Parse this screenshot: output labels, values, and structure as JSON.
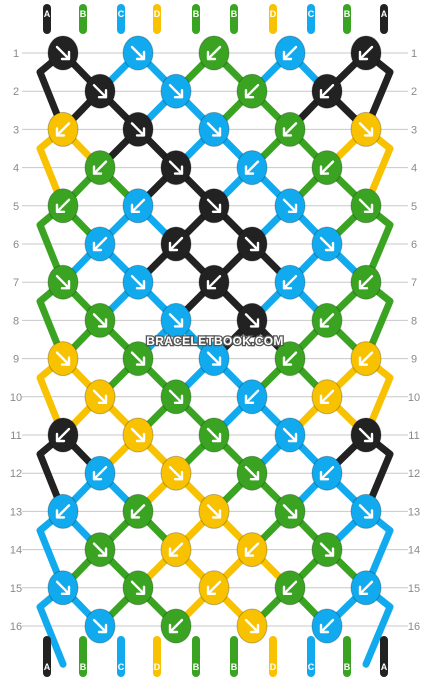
{
  "watermark": "BRACELETBOOK.COM",
  "colors": {
    "A": "#222222",
    "B": "#3aa422",
    "C": "#12aaee",
    "D": "#f8c200",
    "arrow": "#ffffff",
    "label": "#8a8a8a",
    "gridline": "#c8c8c8"
  },
  "strands_top": [
    "A",
    "B",
    "C",
    "D",
    "B",
    "B",
    "D",
    "C",
    "B",
    "A"
  ],
  "strands_bottom": [
    "A",
    "B",
    "C",
    "D",
    "B",
    "B",
    "D",
    "C",
    "B",
    "A"
  ],
  "row_labels_left": [
    "1",
    "2",
    "3",
    "4",
    "5",
    "6",
    "7",
    "8",
    "9",
    "10",
    "11",
    "12",
    "13",
    "14",
    "15",
    "16"
  ],
  "row_labels_right": [
    "1",
    "2",
    "3",
    "4",
    "5",
    "6",
    "7",
    "8",
    "9",
    "10",
    "11",
    "12",
    "13",
    "14",
    "15",
    "16"
  ],
  "rows": [
    [
      {
        "color": "A",
        "dir": "down-right"
      },
      {
        "color": "C",
        "dir": "down-right"
      },
      {
        "color": "B",
        "dir": "down-left"
      },
      {
        "color": "C",
        "dir": "down-left"
      },
      {
        "color": "A",
        "dir": "down-left"
      }
    ],
    [
      {
        "color": "A",
        "dir": "down-right"
      },
      {
        "color": "C",
        "dir": "down-right"
      },
      {
        "color": "B",
        "dir": "down-left"
      },
      {
        "color": "A",
        "dir": "down-left"
      }
    ],
    [
      {
        "color": "D",
        "dir": "down-left"
      },
      {
        "color": "A",
        "dir": "down-right"
      },
      {
        "color": "C",
        "dir": "down-right"
      },
      {
        "color": "B",
        "dir": "down-left"
      },
      {
        "color": "D",
        "dir": "down-right"
      }
    ],
    [
      {
        "color": "B",
        "dir": "down-left"
      },
      {
        "color": "A",
        "dir": "down-right"
      },
      {
        "color": "C",
        "dir": "down-left"
      },
      {
        "color": "B",
        "dir": "down-left"
      }
    ],
    [
      {
        "color": "B",
        "dir": "down-left"
      },
      {
        "color": "C",
        "dir": "down-left"
      },
      {
        "color": "A",
        "dir": "down-right"
      },
      {
        "color": "C",
        "dir": "down-right"
      },
      {
        "color": "B",
        "dir": "down-right"
      }
    ],
    [
      {
        "color": "C",
        "dir": "down-left"
      },
      {
        "color": "A",
        "dir": "down-left"
      },
      {
        "color": "A",
        "dir": "down-right"
      },
      {
        "color": "C",
        "dir": "down-right"
      }
    ],
    [
      {
        "color": "B",
        "dir": "down-right"
      },
      {
        "color": "C",
        "dir": "down-right"
      },
      {
        "color": "A",
        "dir": "down-left"
      },
      {
        "color": "C",
        "dir": "down-left"
      },
      {
        "color": "B",
        "dir": "down-left"
      }
    ],
    [
      {
        "color": "B",
        "dir": "down-right"
      },
      {
        "color": "C",
        "dir": "down-right"
      },
      {
        "color": "A",
        "dir": "down-right"
      },
      {
        "color": "B",
        "dir": "down-left"
      }
    ],
    [
      {
        "color": "D",
        "dir": "down-right"
      },
      {
        "color": "B",
        "dir": "down-right"
      },
      {
        "color": "C",
        "dir": "down-right"
      },
      {
        "color": "B",
        "dir": "down-left"
      },
      {
        "color": "D",
        "dir": "down-left"
      }
    ],
    [
      {
        "color": "D",
        "dir": "down-right"
      },
      {
        "color": "B",
        "dir": "down-right"
      },
      {
        "color": "C",
        "dir": "down-left"
      },
      {
        "color": "D",
        "dir": "down-left"
      }
    ],
    [
      {
        "color": "A",
        "dir": "down-left"
      },
      {
        "color": "D",
        "dir": "down-right"
      },
      {
        "color": "B",
        "dir": "down-right"
      },
      {
        "color": "C",
        "dir": "down-right"
      },
      {
        "color": "A",
        "dir": "down-right"
      }
    ],
    [
      {
        "color": "C",
        "dir": "down-left"
      },
      {
        "color": "D",
        "dir": "down-right"
      },
      {
        "color": "B",
        "dir": "down-right"
      },
      {
        "color": "C",
        "dir": "down-left"
      }
    ],
    [
      {
        "color": "C",
        "dir": "down-left"
      },
      {
        "color": "B",
        "dir": "down-left"
      },
      {
        "color": "D",
        "dir": "down-right"
      },
      {
        "color": "B",
        "dir": "down-right"
      },
      {
        "color": "C",
        "dir": "down-right"
      }
    ],
    [
      {
        "color": "B",
        "dir": "down-right"
      },
      {
        "color": "D",
        "dir": "down-left"
      },
      {
        "color": "D",
        "dir": "down-left"
      },
      {
        "color": "B",
        "dir": "down-right"
      }
    ],
    [
      {
        "color": "C",
        "dir": "down-right"
      },
      {
        "color": "B",
        "dir": "down-right"
      },
      {
        "color": "D",
        "dir": "down-left"
      },
      {
        "color": "B",
        "dir": "down-left"
      },
      {
        "color": "C",
        "dir": "down-left"
      }
    ],
    [
      {
        "color": "C",
        "dir": "down-right"
      },
      {
        "color": "B",
        "dir": "down-left"
      },
      {
        "color": "D",
        "dir": "down-right"
      },
      {
        "color": "C",
        "dir": "down-left"
      }
    ]
  ]
}
